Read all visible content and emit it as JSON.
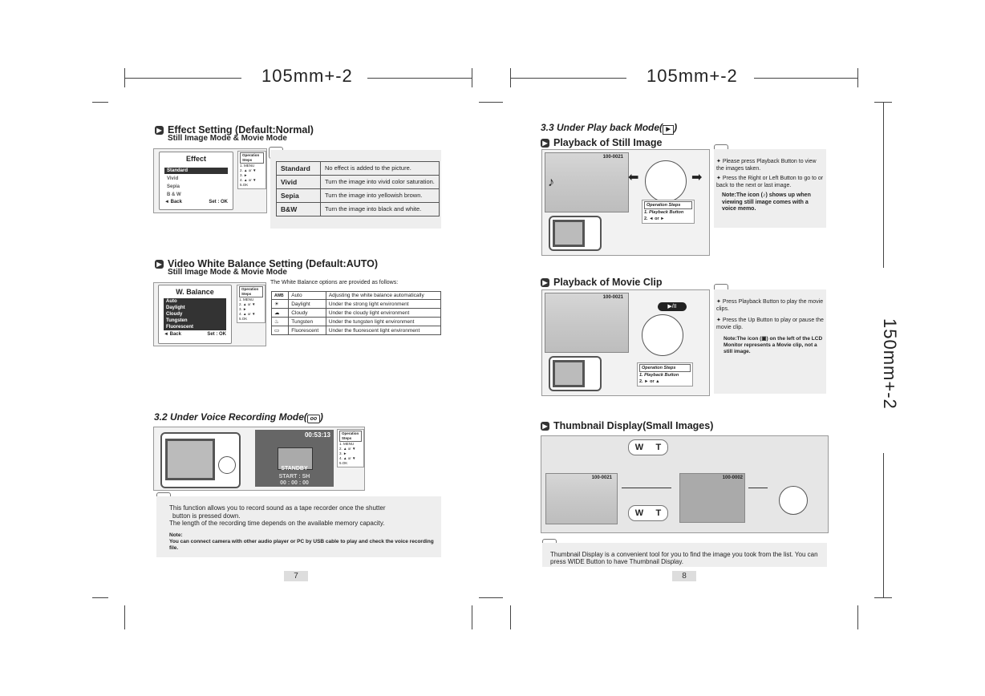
{
  "header": {
    "left_label": "105mm+-2",
    "right_label": "105mm+-2",
    "side_label": "150mm+-2"
  },
  "effect": {
    "title": "Effect Setting (Default:Normal)",
    "subtitle": "Still Image Mode & Movie Mode",
    "menu_title": "Effect",
    "menu_items": [
      "Standard",
      "Vivid",
      "Sepia",
      "B & W"
    ],
    "menu_back": "◄ Back",
    "menu_set": "Set : OK",
    "ops_header": "Operation Steps",
    "ops_lines": [
      "1. MENU",
      "2. ▲ or ▼",
      "3. ►",
      "4. ▲ or ▼",
      "5.OK"
    ],
    "table": [
      {
        "key": "Standard",
        "desc": "No effect is added to the picture."
      },
      {
        "key": "Vivid",
        "desc": "Turn the image into vivid color saturation."
      },
      {
        "key": "Sepia",
        "desc": "Turn the image into yellowish brown."
      },
      {
        "key": "B&W",
        "desc": "Turn the image into black and white."
      }
    ]
  },
  "wb": {
    "title": "Video White Balance Setting (Default:AUTO)",
    "subtitle": "Still Image Mode & Movie Mode",
    "menu_title": "W. Balance",
    "menu_items": [
      "Auto",
      "Daylight",
      "Cloudy",
      "Tungsten",
      "Fluorescent"
    ],
    "menu_back": "◄ Back",
    "menu_set": "Set : OK",
    "ops_header": "Operation Steps",
    "ops_lines": [
      "1. MENU",
      "2. ▲ or ▼",
      "3. ►",
      "4. ▲ or ▼",
      "5.OK"
    ],
    "intro": "The White Balance options are provided as follows:",
    "table": [
      {
        "icon": "AWB",
        "name": "Auto",
        "desc": "Adjusting the white balance automatically"
      },
      {
        "icon": "☀",
        "name": "Daylight",
        "desc": "Under the strong light environment"
      },
      {
        "icon": "☁",
        "name": "Cloudy",
        "desc": "Under the cloudy light environment"
      },
      {
        "icon": "♨",
        "name": "Tungsten",
        "desc": "Under the tungsten light environment"
      },
      {
        "icon": "▭",
        "name": "Fluorescent",
        "desc": "Under the fluorescent light environment"
      }
    ]
  },
  "voice": {
    "title": "3.2 Under Voice Recording Mode(",
    "title_end": ")",
    "timer": "00:53:13",
    "standby": "STANDBY",
    "start": "START : SH",
    "elapsed": "00 : 00 : 00",
    "ops_header": "Operation Steps",
    "ops_lines": [
      "1. MENU",
      "2. ▲ or ▼",
      "3. ►",
      "4. ▲ or ▼",
      "5.OK"
    ],
    "note_line1": "This function allows you to record sound as a tape recorder once the shutter",
    "note_line2": "button is pressed down.",
    "note_line3": "The length of the recording time depends on the available memory capacity.",
    "note_label": "Note:",
    "note_bold": "You can connect camera with other audio player or PC by USB cable to play and check the voice recording file."
  },
  "page_left": "7",
  "page_right": "8",
  "playback": {
    "title": "3.3 Under Play back Mode(",
    "title_end": ")",
    "still_title": "Playback of Still Image",
    "file_no": "100-0021",
    "ops_header": "Operation Steps",
    "ops_1": "1. Playback Button",
    "ops_2": "2. ◄ or ►",
    "note1": "Please press Playback Button to view the images taken.",
    "note2": "Press the Right or Left Button to go to or back to the next or last image.",
    "note3a": "Note:The icon (",
    "note3b": ") shows up when viewing  still image comes with a voice memo."
  },
  "movie": {
    "title": "Playback of Movie Clip",
    "file_no": "100-0021",
    "ops_header": "Operation Steps",
    "ops_1": "1. Playback Button",
    "ops_2": "2. ► or ▲",
    "note1": "Press Playback Button to play the movie clips.",
    "note2": "Press the Up Button to play or pause the movie clip.",
    "note3a": "Note:The icon (",
    "note3b": ") on the left of the LCD Monitor represents a Movie clip, not a still image."
  },
  "thumb": {
    "title": "Thumbnail Display(Small Images)",
    "file_a": "100-0021",
    "file_b": "100-0002",
    "w": "W",
    "t": "T",
    "note": "Thumbnail Display is a convenient tool for you to find the image you took from the list. You can press WIDE Button to have Thumbnail Display."
  }
}
